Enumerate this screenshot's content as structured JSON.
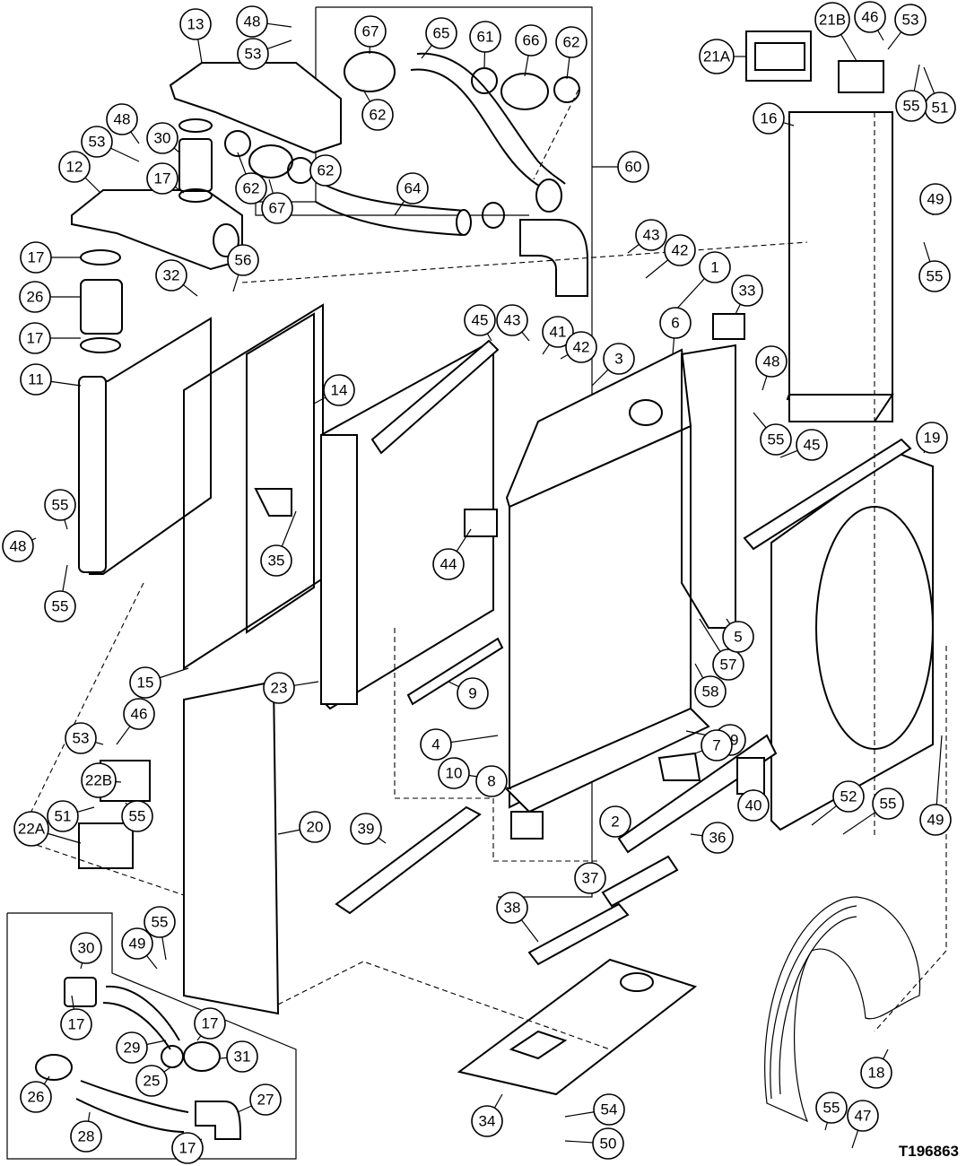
{
  "figure": {
    "id": "T196863"
  },
  "callouts": [
    "13",
    "48",
    "53",
    "67",
    "65",
    "61",
    "66",
    "62",
    "21A",
    "21B",
    "46",
    "53",
    "48",
    "53",
    "30",
    "62",
    "62",
    "62",
    "16",
    "51",
    "55",
    "12",
    "17",
    "64",
    "67",
    "60",
    "49",
    "55",
    "17",
    "32",
    "56",
    "43",
    "42",
    "1",
    "33",
    "26",
    "45",
    "43",
    "41",
    "6",
    "48",
    "42",
    "3",
    "17",
    "11",
    "14",
    "55",
    "45",
    "19",
    "55",
    "48",
    "44",
    "35",
    "55",
    "57",
    "5",
    "15",
    "23",
    "9",
    "58",
    "53",
    "46",
    "59",
    "4",
    "7",
    "22B",
    "10",
    "8",
    "52",
    "55",
    "20",
    "51",
    "55",
    "49",
    "40",
    "22A",
    "39",
    "2",
    "36",
    "37",
    "30",
    "55",
    "49",
    "38",
    "17",
    "29",
    "17",
    "31",
    "25",
    "26",
    "27",
    "28",
    "18",
    "17",
    "34",
    "54",
    "55",
    "47",
    "50"
  ]
}
